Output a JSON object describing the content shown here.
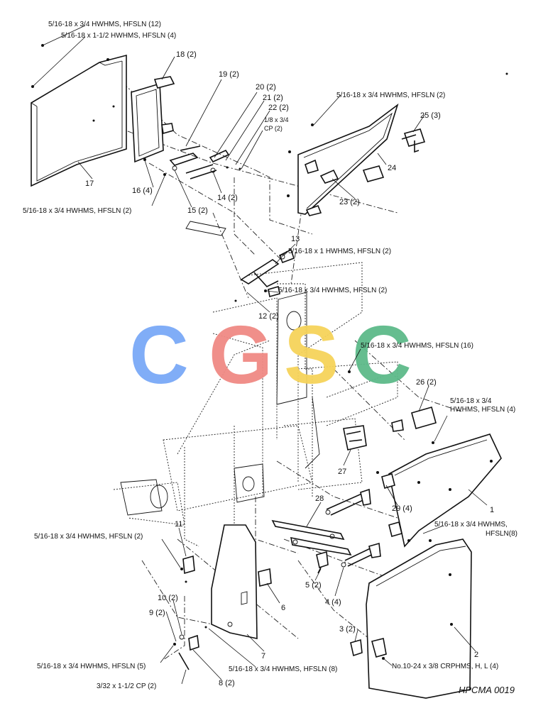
{
  "drawing_code": "HPCMA 0019",
  "watermark": {
    "text": "CGSC",
    "letters": [
      {
        "char": "C",
        "color": "#7aa9f7"
      },
      {
        "char": "G",
        "color": "#f08a84"
      },
      {
        "char": "S",
        "color": "#f6d35a"
      },
      {
        "char": "C",
        "color": "#5dba8a"
      }
    ]
  },
  "callouts": {
    "hw_top_12": "5/16-18 x 3/4 HWHMS, HFSLN (12)",
    "hw_top_4": "5/16-18 x 1-1/2 HWHMS, HFSLN (4)",
    "p18": "18 (2)",
    "p19": "19 (2)",
    "p20": "20 (2)",
    "p21": "21 (2)",
    "p22": "22 (2)",
    "cp_1_8_a": "1/8 x 3/4",
    "cp_1_8_b": "CP (2)",
    "hw_right_top": "5/16-18 x 3/4 HWHMS, HFSLN (2)",
    "p25": "25 (3)",
    "p24": "24",
    "p23": "23 (2)",
    "p17": "17",
    "p16": "16 (4)",
    "p14": "14 (2)",
    "p15": "15 (2)",
    "hw_left_mid": "5/16-18 x 3/4 HWHMS, HFSLN (2)",
    "p13": "13",
    "hw_1in": "5/16-18 x 1 HWHMS, HFSLN (2)",
    "hw_mid_2": "5/16-18 x 3/4 HWHMS, HFSLN (2)",
    "p12": "12 (2)",
    "hw_16": "5/16-18 x 3/4 HWHMS, HFSLN (16)",
    "p26": "26 (2)",
    "hw_r4_a": "5/16-18 x 3/4",
    "hw_r4_b": "HWHMS, HFSLN (4)",
    "p27": "27",
    "p1": "1",
    "p28": "28",
    "p29": "29 (4)",
    "hw_r8_a": "5/16-18 x 3/4 HWHMS,",
    "hw_r8_b": "HFSLN(8)",
    "p11": "11",
    "hw_left_low": "5/16-18 x 3/4 HWHMS, HFSLN (2)",
    "p5": "5 (2)",
    "p4": "4 (4)",
    "p6": "6",
    "p10": "10 (2)",
    "p9": "9 (2)",
    "p3": "3 (2)",
    "p2": "2",
    "p7": "7",
    "hw_left_5": "5/16-18 x 3/4 HWHMS, HFSLN (5)",
    "hw_mid_8": "5/16-18 x 3/4 HWHMS, HFSLN (8)",
    "p8": "8 (2)",
    "crphms": "No.10-24 x 3/8 CRPHMS, H, L (4)",
    "cp_3_32": "3/32 x 1-1/2 CP (2)"
  }
}
